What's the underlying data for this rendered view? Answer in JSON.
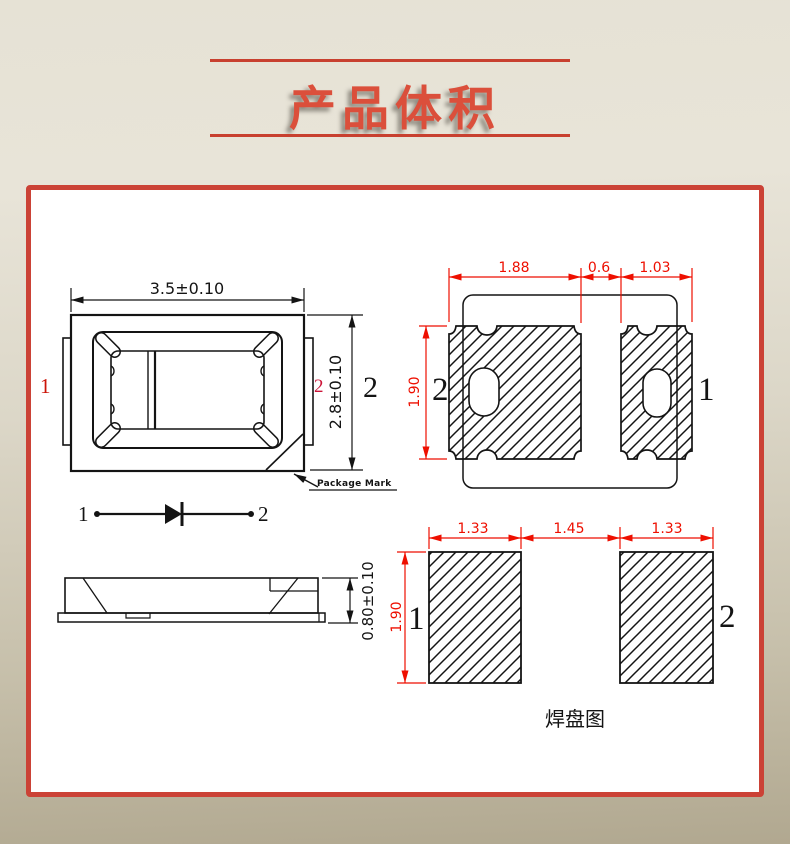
{
  "banner": {
    "title": "产品体积"
  },
  "top_view": {
    "width_dim": "3.5±0.10",
    "height_dim": "2.8±0.10",
    "pin1_label": "1",
    "pin2_inner_label": "2",
    "pin2_outer_label": "2",
    "package_mark_label": "Package Mark"
  },
  "schematic": {
    "pin1_label": "1",
    "pin2_label": "2"
  },
  "side_view": {
    "thickness_dim": "0.80±0.10"
  },
  "pad_layout_top": {
    "pad2_width_dim": "1.88",
    "gap_dim": "0.6",
    "pad1_width_dim": "1.03",
    "height_dim": "1.90",
    "pin2_label": "2",
    "pin1_label": "1"
  },
  "pad_layout_bottom": {
    "pad1_width_dim": "1.33",
    "gap_dim": "1.45",
    "pad2_width_dim": "1.33",
    "height_dim": "1.90",
    "pin1_label": "1",
    "pin2_label": "2",
    "caption": "焊盘图"
  },
  "colors": {
    "accent_red": "#db4f3b",
    "dimension_red": "#ee0f00",
    "ink": "#141414",
    "panel_border": "#cb4236"
  }
}
